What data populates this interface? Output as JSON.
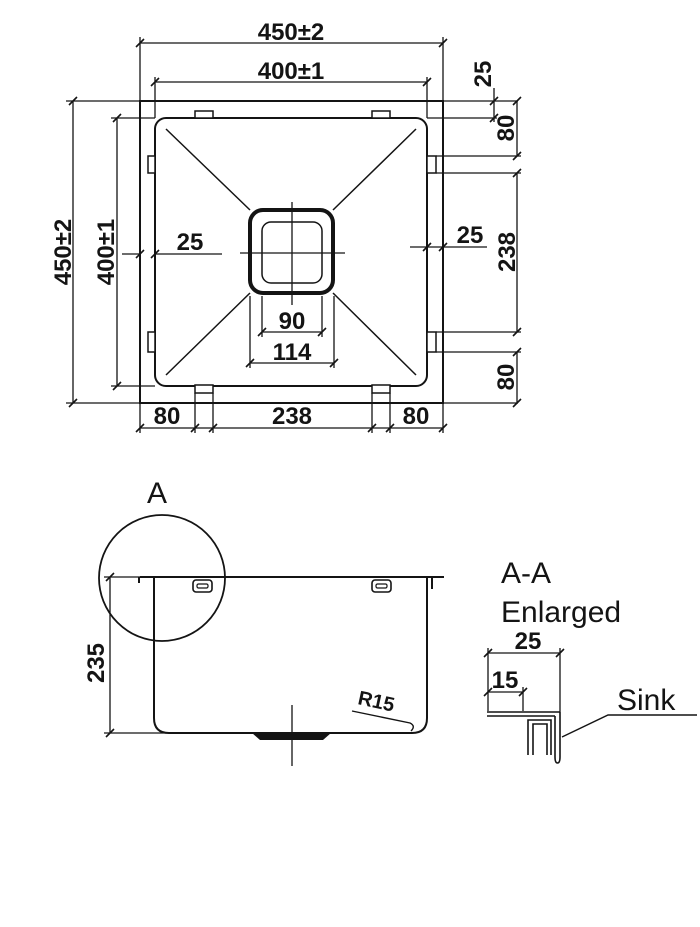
{
  "top_view": {
    "dim_overall_width_top": "450±2",
    "dim_bowl_width_top": "400±1",
    "dim_overall_height_left": "450±2",
    "dim_bowl_height_left": "400±1",
    "dim_rim_left": "25",
    "dim_rim_right": "25",
    "dim_rim_top_right": "25",
    "dim_clip_offset_top_right": "80",
    "dim_clip_span_right": "238",
    "dim_clip_offset_bottom_right": "80",
    "dim_drain_inner": "90",
    "dim_drain_outer": "114",
    "dim_clip_offset_bottom_left": "80",
    "dim_clip_span_bottom": "238",
    "dim_clip_offset_bottom_right2": "80"
  },
  "side_view": {
    "detail_marker": "A",
    "dim_depth": "235",
    "radius_label": "R15"
  },
  "detail_view": {
    "title_line1": "A-A",
    "title_line2": "Enlarged",
    "dim_flange_width": "25",
    "dim_flange_offset": "15",
    "callout_label": "Sink"
  },
  "colors": {
    "line": "#141414",
    "background": "#ffffff"
  }
}
